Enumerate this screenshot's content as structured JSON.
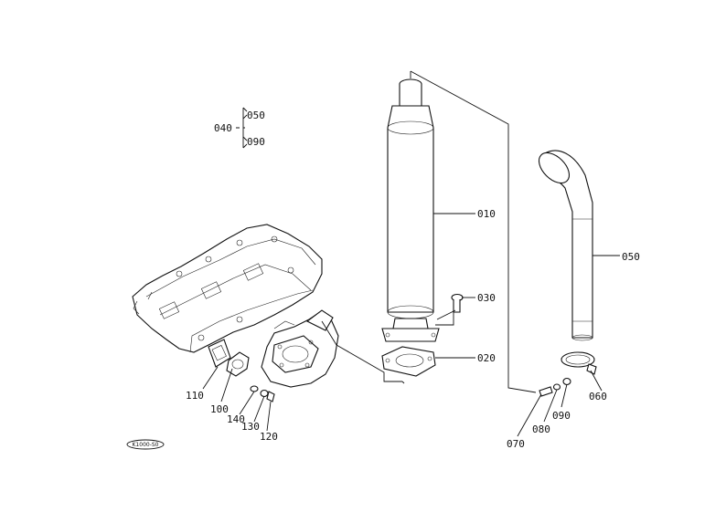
{
  "diagram": {
    "labels": {
      "p010": "010",
      "p020": "020",
      "p030": "030",
      "p040": "040",
      "p050_top": "050",
      "p050_pipe": "050",
      "p060": "060",
      "p070": "070",
      "p080": "080",
      "p090_top": "090",
      "p090": "090",
      "p100": "100",
      "p110": "110",
      "p120": "120",
      "p130": "130",
      "p140": "140"
    },
    "stamp": "K1000-S0"
  }
}
